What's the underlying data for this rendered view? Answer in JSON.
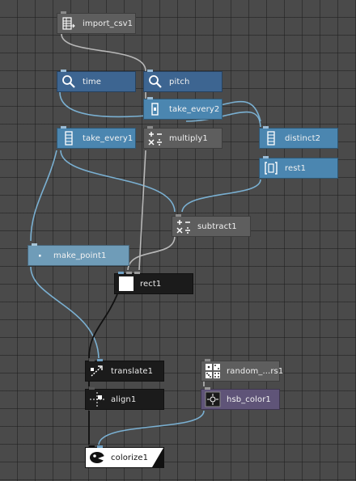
{
  "nodes": {
    "import_csv": {
      "label": "import_csv1",
      "icon": "table-icon"
    },
    "time": {
      "label": "time",
      "icon": "magnifier-icon"
    },
    "pitch": {
      "label": "pitch",
      "icon": "magnifier-icon"
    },
    "take_every2": {
      "label": "take_every2",
      "icon": "slice-icon"
    },
    "take_every1": {
      "label": "take_every1",
      "icon": "list-icon"
    },
    "multiply1": {
      "label": "multiply1",
      "icon": "math-icon"
    },
    "distinct2": {
      "label": "distinct2",
      "icon": "list-icon"
    },
    "rest1": {
      "label": "rest1",
      "icon": "bracket-list-icon"
    },
    "subtract1": {
      "label": "subtract1",
      "icon": "math-icon"
    },
    "make_point1": {
      "label": "make_point1",
      "icon": "point-icon"
    },
    "rect1": {
      "label": "rect1",
      "icon": "square-icon"
    },
    "translate1": {
      "label": "translate1",
      "icon": "translate-icon"
    },
    "align1": {
      "label": "align1",
      "icon": "align-icon"
    },
    "random": {
      "label": "random_...rs1",
      "icon": "dice-icon"
    },
    "hsb_color1": {
      "label": "hsb_color1",
      "icon": "color-icon"
    },
    "colorize1": {
      "label": "colorize1",
      "icon": "colorize-icon"
    }
  },
  "colors": {
    "canvas": "#4a4a4a",
    "node_gray": "#5e5e5e",
    "node_dark_blue": "#3d6591",
    "node_blue": "#4b86b0",
    "node_light_blue": "#6f9cb8",
    "node_black": "#1b1b1b",
    "node_purple": "#5f5478",
    "wire_blue": "#7ab0d2",
    "wire_gray": "#b8b8b8",
    "wire_black": "#111111"
  }
}
